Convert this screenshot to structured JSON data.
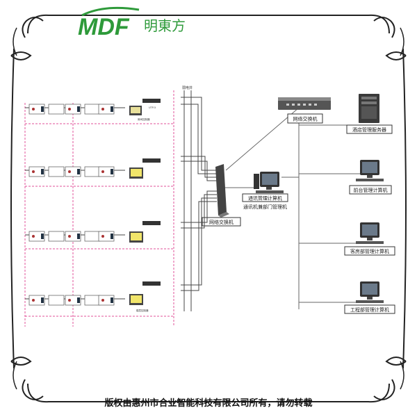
{
  "logo": {
    "mark": "MDF",
    "name": "明東方"
  },
  "footer": {
    "copyright": "版权由惠州市合业智能科技有限公司所有，请勿转载"
  },
  "labels": {
    "hotel_server": "酒店管理服务器",
    "front_desk": "前台管理计算机",
    "housekeeping": "客房部管理计算机",
    "engineering": "工程部管理计算机",
    "switch_top": "网络交换机",
    "switch_mid": "网络交换机",
    "comm_pc": "通讯管理计算机",
    "comm_pc_sub": "通讯机兼部门管理机",
    "weak_box": "弱电井",
    "uutp": "UTP-5",
    "room_ctrl": "房间控制器",
    "floor_pc": "楼层控制器"
  },
  "colors": {
    "logo_green": "#2e9a3a",
    "bus_pink": "#e0529a",
    "line": "#555555",
    "frame": "#222222"
  }
}
